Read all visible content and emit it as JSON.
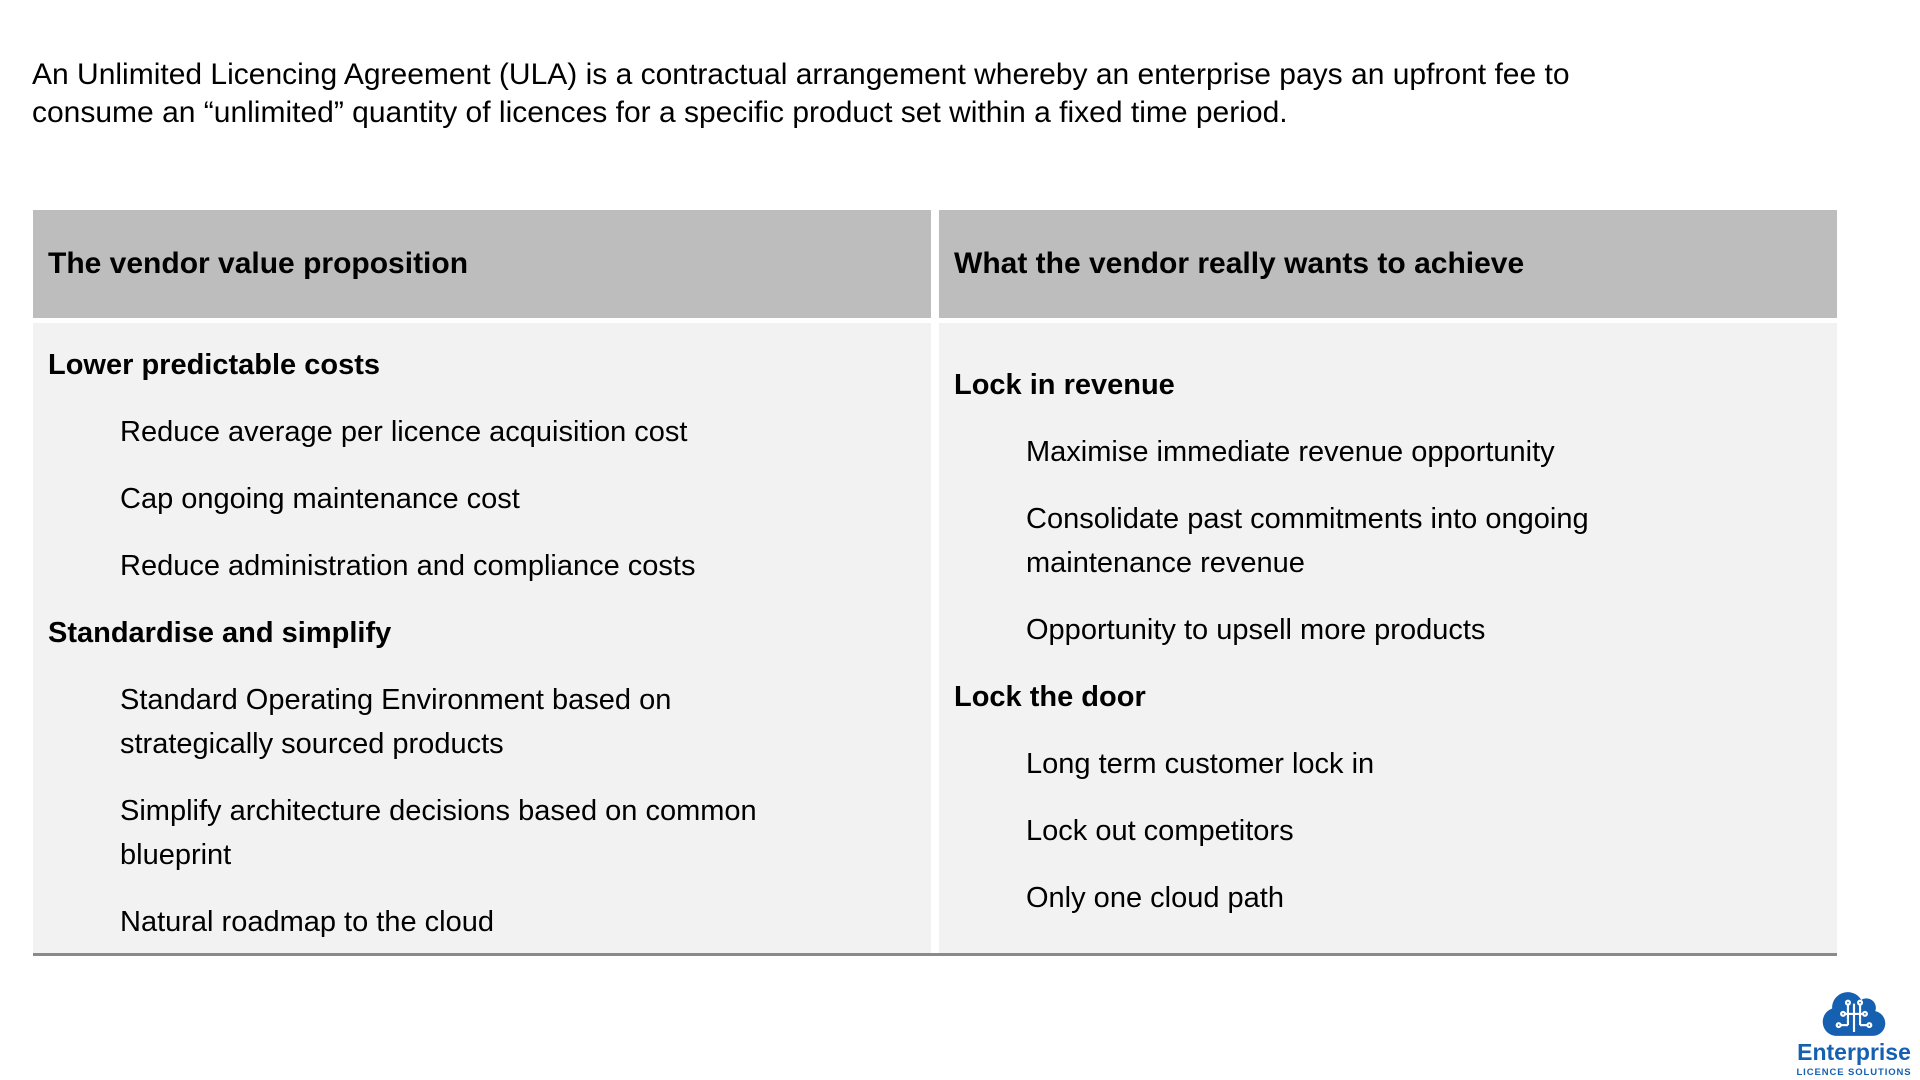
{
  "intro": {
    "text": "An Unlimited Licencing Agreement (ULA) is a contractual arrangement whereby an enterprise pays an upfront fee to\nconsume an “unlimited” quantity of licences for a specific product set within a fixed time period."
  },
  "table": {
    "columns": [
      {
        "header": "The vendor value proposition",
        "sections": [
          {
            "heading": "Lower predictable costs",
            "items": [
              "Reduce average per licence acquisition cost",
              "Cap ongoing maintenance cost",
              "Reduce administration and compliance costs"
            ]
          },
          {
            "heading": "Standardise and simplify",
            "items": [
              "Standard Operating Environment based on\nstrategically sourced products",
              "Simplify architecture decisions based on common\nblueprint",
              "Natural roadmap to the cloud"
            ]
          }
        ]
      },
      {
        "header": "What the vendor really wants to achieve",
        "sections": [
          {
            "heading": "Lock in revenue",
            "items": [
              "Maximise immediate revenue opportunity",
              "Consolidate past commitments into ongoing\nmaintenance revenue",
              "Opportunity to upsell more products"
            ]
          },
          {
            "heading": "Lock the door",
            "items": [
              "Long term customer lock in",
              "Lock out competitors",
              "Only one cloud path"
            ]
          }
        ]
      }
    ]
  },
  "logo": {
    "name": "Enterprise",
    "tagline": "LICENCE SOLUTIONS",
    "icon": "cloud-circuit-icon",
    "color": "#1660b2"
  },
  "colors": {
    "header_bg": "#bdbdbd",
    "body_bg": "#f2f2f2",
    "bottom_border": "#8a8a8a",
    "text": "#000000",
    "logo_blue": "#1660b2"
  }
}
